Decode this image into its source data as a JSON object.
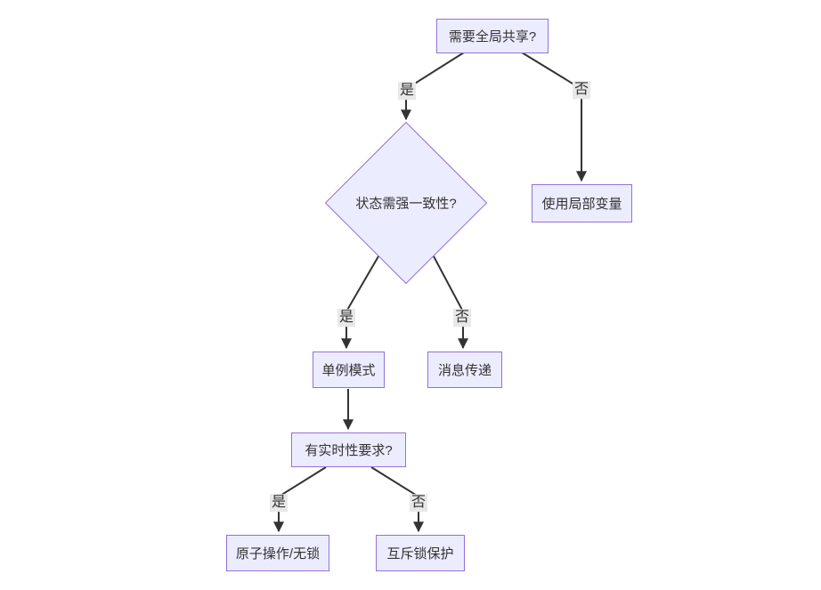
{
  "diagram": {
    "type": "flowchart",
    "direction": "top-down",
    "nodes": {
      "need_global_share": {
        "label": "需要全局共享?",
        "shape": "rect"
      },
      "strong_consistency": {
        "label": "状态需强一致性?",
        "shape": "diamond"
      },
      "local_variable": {
        "label": "使用局部变量",
        "shape": "rect"
      },
      "singleton": {
        "label": "单例模式",
        "shape": "rect"
      },
      "message_passing": {
        "label": "消息传递",
        "shape": "rect"
      },
      "realtime_requirement": {
        "label": "有实时性要求?",
        "shape": "rect"
      },
      "atomic_lockfree": {
        "label": "原子操作/无锁",
        "shape": "rect"
      },
      "mutex_protection": {
        "label": "互斥锁保护",
        "shape": "rect"
      }
    },
    "edges": [
      {
        "from": "需要全局共享?",
        "label": "是",
        "to": "状态需强一致性?"
      },
      {
        "from": "需要全局共享?",
        "label": "否",
        "to": "使用局部变量"
      },
      {
        "from": "状态需强一致性?",
        "label": "是",
        "to": "单例模式"
      },
      {
        "from": "状态需强一致性?",
        "label": "否",
        "to": "消息传递"
      },
      {
        "from": "单例模式",
        "label": "",
        "to": "有实时性要求?"
      },
      {
        "from": "有实时性要求?",
        "label": "是",
        "to": "原子操作/无锁"
      },
      {
        "from": "有实时性要求?",
        "label": "否",
        "to": "互斥锁保护"
      }
    ],
    "colors": {
      "node_fill": "#ececff",
      "node_border": "#9370db",
      "edge_line": "#333333",
      "edge_label_bg": "#e8e8e8",
      "text": "#333333",
      "background": "#ffffff"
    }
  }
}
